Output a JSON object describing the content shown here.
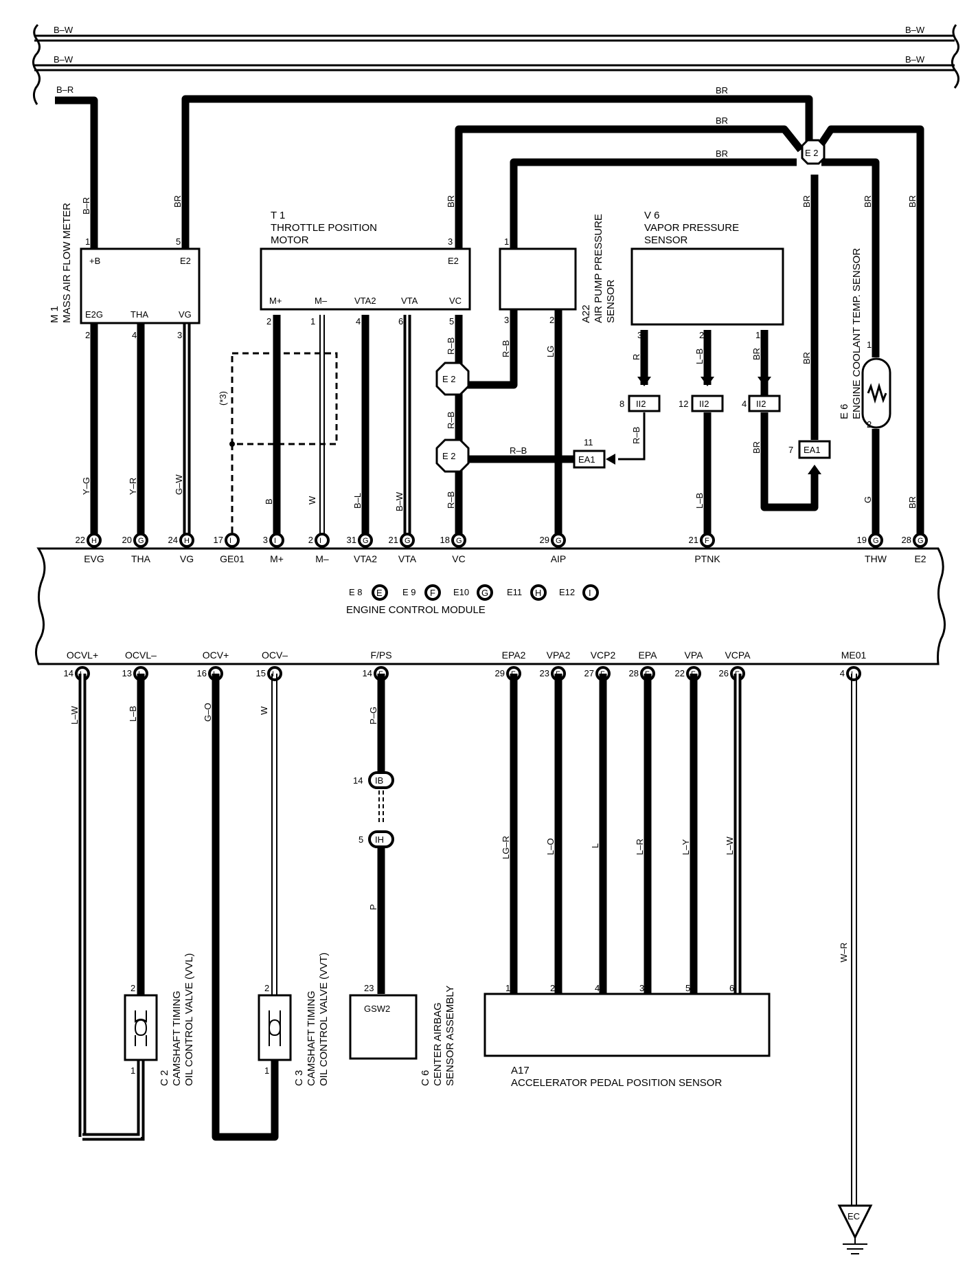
{
  "bus": {
    "top_left": "B–W",
    "top_right": "B–W",
    "second_left": "B–W",
    "second_right": "B–W",
    "mafm_feed": "B–R"
  },
  "br_labels": [
    "BR",
    "BR",
    "BR"
  ],
  "junction_e2": "E 2",
  "components": {
    "m1": {
      "code": "M 1",
      "name": "MASS AIR FLOW METER",
      "pin_plus_b": "+B",
      "pin_e2": "E2",
      "pin_e2g": "E2G",
      "pin_tha": "THA",
      "pin_vg": "VG"
    },
    "t1": {
      "code": "T 1",
      "name1": "THROTTLE POSITION",
      "name2": "MOTOR",
      "pins": [
        "M+",
        "M–",
        "VTA2",
        "VTA",
        "VC"
      ],
      "pin_e2": "E2"
    },
    "a22": {
      "code": "A22",
      "name1": "AIR PUMP PRESSURE",
      "name2": "SENSOR"
    },
    "v6": {
      "code": "V 6",
      "name1": "VAPOR PRESSURE",
      "name2": "SENSOR"
    },
    "e6": {
      "code": "E 6",
      "name": "ENGINE COOLANT TEMP. SENSOR"
    },
    "ecm": {
      "codes": [
        "E 8",
        "E 9",
        "E10",
        "E11",
        "E12"
      ],
      "connectors": [
        "E",
        "F",
        "G",
        "H",
        "I"
      ],
      "name": "ENGINE CONTROL MODULE"
    },
    "c2": {
      "code": "C 2",
      "name1": "CAMSHAFT TIMING",
      "name2": "OIL CONTROL VALVE (VVL)"
    },
    "c3": {
      "code": "C 3",
      "name1": "CAMSHAFT TIMING",
      "name2": "OIL CONTROL VALVE (VVT)"
    },
    "c6": {
      "code": "C 6",
      "name1": "CENTER AIRBAG",
      "name2": "SENSOR ASSEMBLY",
      "pin": "GSW2"
    },
    "a17": {
      "code": "A17",
      "name": "ACCELERATOR PEDAL POSITION SENSOR"
    }
  },
  "option_note": "(*3)",
  "ground": "EC",
  "wire_colors": {
    "m1_plus_b": "B–R",
    "m1_e2": "BR",
    "t1_e2": "BR",
    "a22_1": "BR",
    "e6_right": "BR",
    "e2_down": "BR",
    "e2_down2": "BR",
    "a22_3": "R–B",
    "a22_2": "LG",
    "t1_vc": "R–B",
    "vc_mid": "R–B",
    "vc_low": "R–B",
    "ea1_wire": "R–B",
    "v6_3": "R",
    "v6_2": "L–B",
    "v6_1": "BR",
    "ii2_3": "R–B",
    "evg": "Y–G",
    "tha": "Y–R",
    "vg": "G–W",
    "mplus": "B",
    "mminus": "W",
    "vta2": "B–L",
    "vta": "B–W",
    "vc": "R–B",
    "ptnk": "L–B",
    "ea1_loop": "BR",
    "thw": "G",
    "e2": "BR",
    "ocvl_plus": "L–W",
    "ocvl_minus": "L–B",
    "ocv_plus": "G–O",
    "ocv_minus": "W",
    "fps": "P–G",
    "fps_low": "P",
    "epa2": "LG–R",
    "vpa2": "L–O",
    "vcp2": "L",
    "epa": "L–R",
    "vpa": "L–Y",
    "vcpa": "L–W",
    "me01": "W–R"
  },
  "ecm_top_pins": [
    {
      "num": "22",
      "conn": "H",
      "name": "EVG"
    },
    {
      "num": "20",
      "conn": "G",
      "name": "THA"
    },
    {
      "num": "24",
      "conn": "H",
      "name": "VG"
    },
    {
      "num": "17",
      "conn": "I",
      "name": "GE01"
    },
    {
      "num": "3",
      "conn": "I",
      "name": "M+"
    },
    {
      "num": "2",
      "conn": "I",
      "name": "M–"
    },
    {
      "num": "31",
      "conn": "G",
      "name": "VTA2"
    },
    {
      "num": "21",
      "conn": "G",
      "name": "VTA"
    },
    {
      "num": "18",
      "conn": "G",
      "name": "VC"
    },
    {
      "num": "29",
      "conn": "G",
      "name": "AIP"
    },
    {
      "num": "21",
      "conn": "F",
      "name": "PTNK"
    },
    {
      "num": "19",
      "conn": "G",
      "name": "THW"
    },
    {
      "num": "28",
      "conn": "G",
      "name": "E2"
    }
  ],
  "ecm_bottom_pins": [
    {
      "num": "14",
      "conn": "I",
      "name": "OCVL+"
    },
    {
      "num": "13",
      "conn": "I",
      "name": "OCVL–"
    },
    {
      "num": "16",
      "conn": "I",
      "name": "OCV+"
    },
    {
      "num": "15",
      "conn": "I",
      "name": "OCV–"
    },
    {
      "num": "14",
      "conn": "F",
      "name": "F/PS"
    },
    {
      "num": "29",
      "conn": "F",
      "name": "EPA2"
    },
    {
      "num": "23",
      "conn": "F",
      "name": "VPA2"
    },
    {
      "num": "27",
      "conn": "F",
      "name": "VCP2"
    },
    {
      "num": "28",
      "conn": "F",
      "name": "EPA"
    },
    {
      "num": "22",
      "conn": "F",
      "name": "VPA"
    },
    {
      "num": "26",
      "conn": "F",
      "name": "VCPA"
    },
    {
      "num": "4",
      "conn": "I",
      "name": "ME01"
    }
  ],
  "pin_numbers": {
    "m1": [
      "1",
      "5",
      "2",
      "4",
      "3"
    ],
    "t1": [
      "2",
      "1",
      "4",
      "6",
      "5",
      "3"
    ],
    "a22": [
      "1",
      "3",
      "2"
    ],
    "v6": [
      "3",
      "2",
      "1"
    ],
    "e6": [
      "1",
      "2"
    ],
    "c2": [
      "2",
      "1"
    ],
    "c3": [
      "2",
      "1"
    ],
    "c6": "23",
    "a17": [
      "1",
      "2",
      "4",
      "3",
      "5",
      "6"
    ]
  },
  "inline_connectors": {
    "ii2_a": {
      "pin": "8",
      "name": "II2"
    },
    "ii2_b": {
      "pin": "12",
      "name": "II2"
    },
    "ii2_c": {
      "pin": "4",
      "name": "II2"
    },
    "ea1_a": {
      "pin": "11",
      "name": "EA1"
    },
    "ea1_b": {
      "pin": "7",
      "name": "EA1"
    },
    "ib": {
      "pin": "14",
      "name": "IB"
    },
    "ih": {
      "pin": "5",
      "name": "IH"
    }
  }
}
